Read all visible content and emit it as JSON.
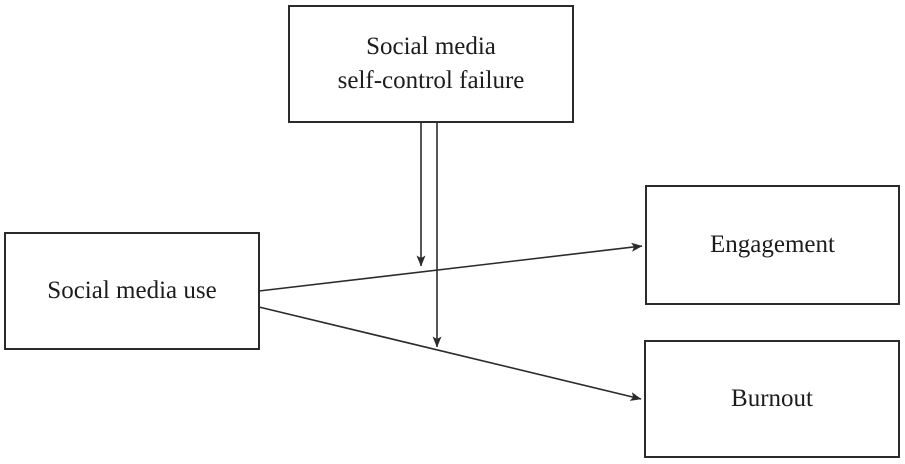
{
  "figure": {
    "background_color": "#ffffff",
    "line_color": "#2b2b2b",
    "text_color": "#1c1c1c"
  },
  "nodes": {
    "moderator": {
      "label": "Social media self-control failure",
      "line1": "Social media",
      "line2": "self-control failure"
    },
    "predictor": {
      "label": "Social media use"
    },
    "outcome_engagement": {
      "label": "Engagement"
    },
    "outcome_burnout": {
      "label": "Burnout"
    }
  },
  "edges": [
    {
      "from": "Social media use",
      "to": "Engagement",
      "type": "direct-arrow"
    },
    {
      "from": "Social media use",
      "to": "Burnout",
      "type": "direct-arrow"
    },
    {
      "from": "Social media self-control failure",
      "to": "path Social media use to Engagement",
      "type": "moderation-arrow"
    },
    {
      "from": "Social media self-control failure",
      "to": "path Social media use to Burnout",
      "type": "moderation-arrow"
    }
  ]
}
